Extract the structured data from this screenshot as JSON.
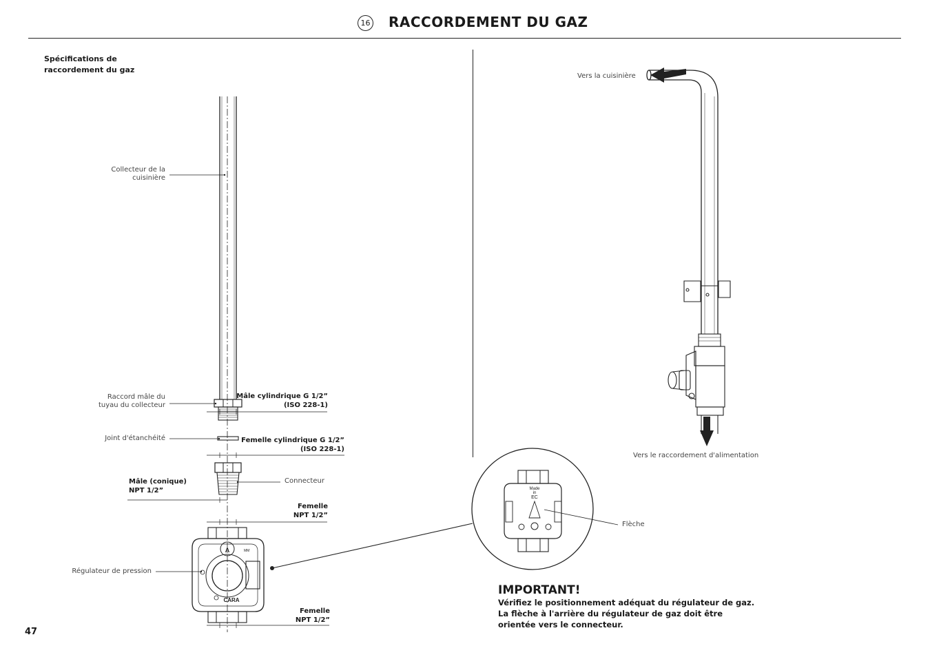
{
  "header": {
    "section_number": "16",
    "title": "RACCORDEMENT DU GAZ"
  },
  "left": {
    "heading_line1": "Spécifications de",
    "heading_line2": "raccordement du gaz",
    "labels": {
      "collector_l1": "Collecteur de la",
      "collector_l2": "cuisinière",
      "male_fitting_l1": "Raccord mâle du",
      "male_fitting_l2": "tuyau du collecteur",
      "seal": "Joint d'étanchéité",
      "connector": "Connecteur",
      "regulator": "Régulateur de pression"
    },
    "specs": {
      "male_cyl_l1": "Mâle cylindrique G 1/2”",
      "male_cyl_l2": "(ISO 228-1)",
      "female_cyl_l1": "Femelle cylindrique G 1/2”",
      "female_cyl_l2": "(ISO 228-1)",
      "male_taper_l1": "Mâle (conique)",
      "male_taper_l2": "NPT 1/2”",
      "female_npt_a_l1": "Femelle",
      "female_npt_a_l2": "NPT 1/2”",
      "female_npt_b_l1": "Femelle",
      "female_npt_b_l2": "NPT 1/2”"
    },
    "regulator_marks": {
      "brand": "CARA",
      "arrow_mark": "A",
      "side_mark": "MM"
    }
  },
  "right": {
    "labels": {
      "to_cooktop": "Vers la cuisinière",
      "to_supply": "Vers le raccordement d'alimentation",
      "arrow": "Flèche"
    },
    "detail_marks": {
      "made_in_l1": "Made",
      "made_in_l2": "in",
      "made_in_l3": "EC"
    },
    "important": {
      "title": "IMPORTANT!",
      "text_l1": "Vérifiez le positionnement adéquat du régulateur de gaz.",
      "text_l2": "La flèche à l'arrière du régulateur de gaz doit être",
      "text_l3": "orientée vers le connecteur."
    }
  },
  "footer": {
    "page_number": "47"
  }
}
